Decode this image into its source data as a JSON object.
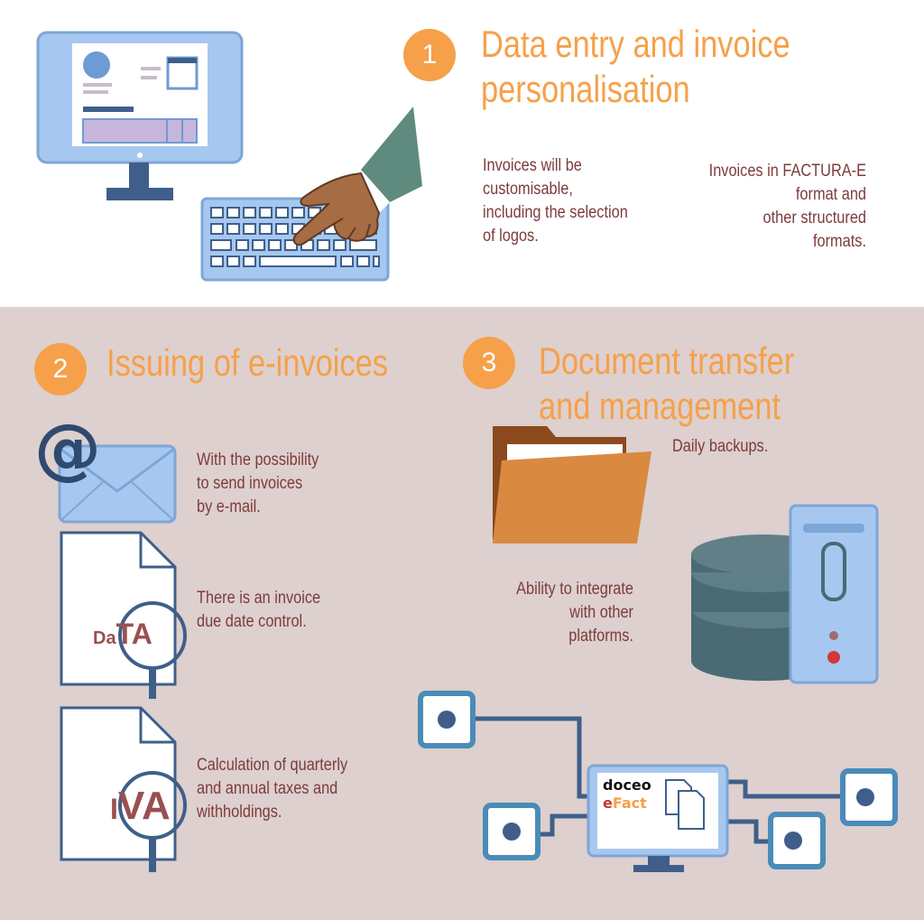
{
  "section1": {
    "number": "1",
    "title": "Data entry and invoice\npersonalisation",
    "text_left": "Invoices will be\ncustomisable,\nincluding the selection\nof logos.",
    "text_right": "Invoices in FACTURA-E\nformat and\nother structured\nformats."
  },
  "section2": {
    "number": "2",
    "title": "Issuing of e-invoices",
    "email_text": "With the possibility\nto send invoices\nby e-mail.",
    "email_symbol": "@",
    "due_text": "There is an invoice\ndue date control.",
    "due_doc_label_small": "Da",
    "due_doc_label_big": "TA",
    "tax_text": "Calculation of quarterly\nand annual taxes and\nwithholdings.",
    "tax_doc_label_small": "I",
    "tax_doc_label_big": "VA"
  },
  "section3": {
    "number": "3",
    "title": "Document transfer\nand management",
    "backup_text": "Daily backups.",
    "integrate_text": "Ability to integrate\nwith other\nplatforms.",
    "brand_line1": "doceo",
    "brand_line2_e": "e",
    "brand_line2_rest": "Fact"
  },
  "colors": {
    "accent": "#f6a04a",
    "text": "#7d3b3b",
    "background_bottom": "#ddd0ce",
    "navy": "#3f5f8a",
    "light_blue": "#a6c8f0"
  }
}
